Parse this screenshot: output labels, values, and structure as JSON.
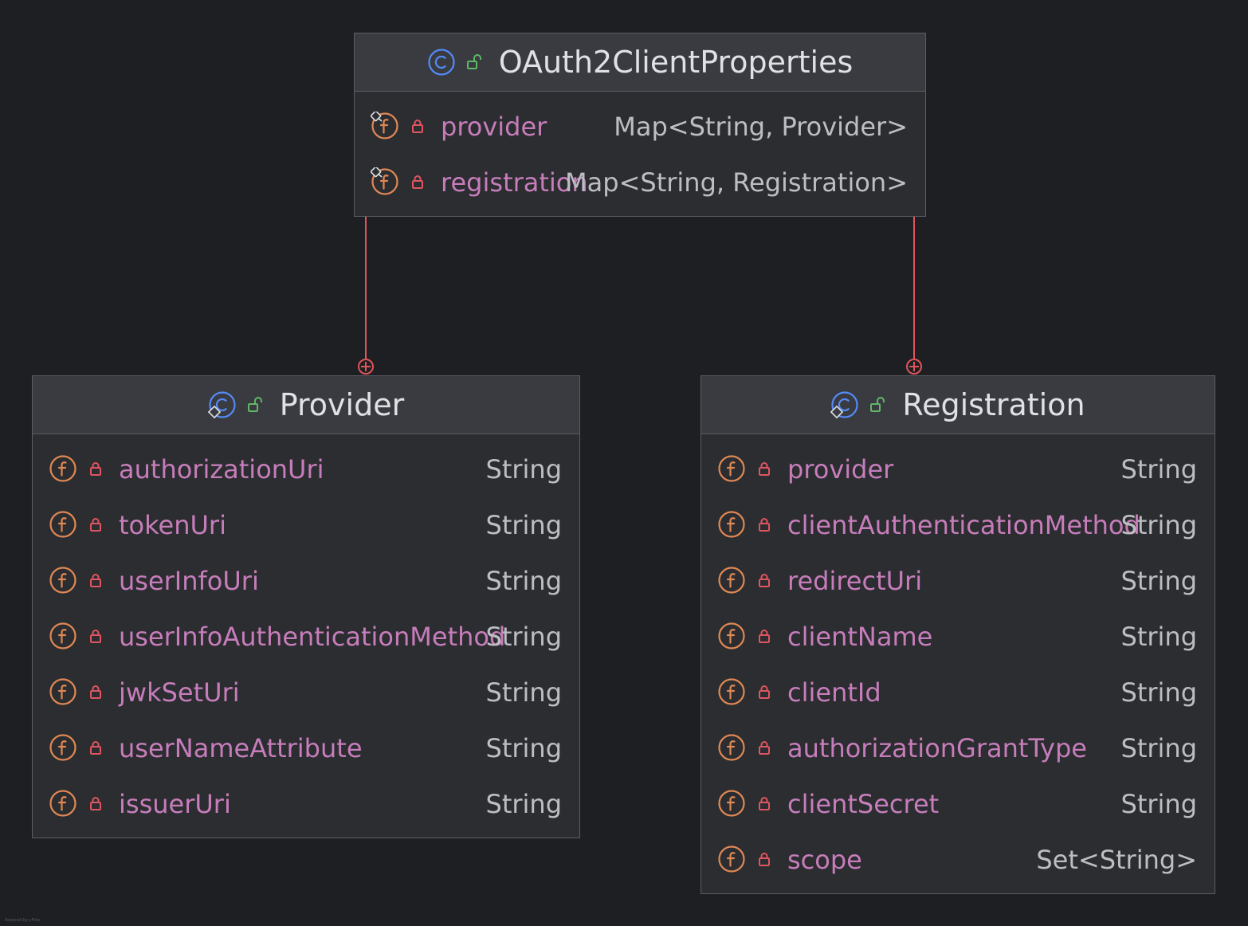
{
  "colors": {
    "background": "#1e1f22",
    "box_fill": "#2b2d30",
    "header_fill": "#393b40",
    "border": "#5a5d63",
    "connector": "#e0555b",
    "field_name": "#c77dbb",
    "type_text": "#bcbec4",
    "class_icon": "#548af7",
    "field_icon": "#e08855",
    "private_lock": "#e05561",
    "public_lock": "#5fb865"
  },
  "icons": {
    "class": "class-c-icon",
    "inner_class": "static-inner-class-icon",
    "field": "field-f-icon",
    "final_field": "final-field-f-icon",
    "private": "private-lock-icon",
    "public": "public-open-lock-icon",
    "composition_end": "circle-plus-icon"
  },
  "classes": {
    "oauth2": {
      "title": "OAuth2ClientProperties",
      "fields": [
        {
          "name": "provider",
          "type": "Map<String, Provider>"
        },
        {
          "name": "registration",
          "type": "Map<String, Registration>"
        }
      ]
    },
    "provider": {
      "title": "Provider",
      "fields": [
        {
          "name": "authorizationUri",
          "type": "String"
        },
        {
          "name": "tokenUri",
          "type": "String"
        },
        {
          "name": "userInfoUri",
          "type": "String"
        },
        {
          "name": "userInfoAuthenticationMethod",
          "type": "String"
        },
        {
          "name": "jwkSetUri",
          "type": "String"
        },
        {
          "name": "userNameAttribute",
          "type": "String"
        },
        {
          "name": "issuerUri",
          "type": "String"
        }
      ]
    },
    "registration": {
      "title": "Registration",
      "fields": [
        {
          "name": "provider",
          "type": "String"
        },
        {
          "name": "clientAuthenticationMethod",
          "type": "String"
        },
        {
          "name": "redirectUri",
          "type": "String"
        },
        {
          "name": "clientName",
          "type": "String"
        },
        {
          "name": "clientId",
          "type": "String"
        },
        {
          "name": "authorizationGrantType",
          "type": "String"
        },
        {
          "name": "clientSecret",
          "type": "String"
        },
        {
          "name": "scope",
          "type": "Set<String>"
        }
      ]
    }
  },
  "watermark": "Powered by yFiles"
}
